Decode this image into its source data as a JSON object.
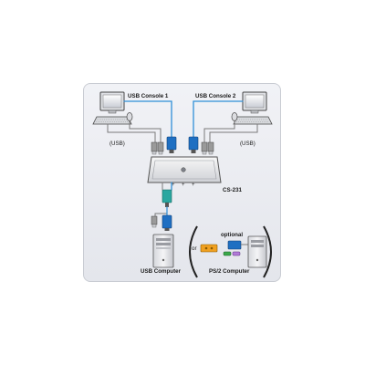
{
  "labels": {
    "usb_console_1": "USB Console 1",
    "usb_console_2": "USB Console 2",
    "usb_left": "(USB)",
    "usb_right": "(USB)",
    "model": "CS-231",
    "usb_computer": "USB Computer",
    "optional": "optional",
    "or": "or",
    "ps2_computer": "PS/2 Computer"
  },
  "colors": {
    "panel_bg": "#e8e9ee",
    "cable_blue": "#2f8fd8",
    "cable_gray": "#7a7a7a",
    "connector_blue": "#1f6fc2",
    "connector_teal": "#2aa7a0",
    "connector_green": "#3aa84a",
    "connector_orange": "#f0a020",
    "monitor_screen": "#d9dde3"
  }
}
